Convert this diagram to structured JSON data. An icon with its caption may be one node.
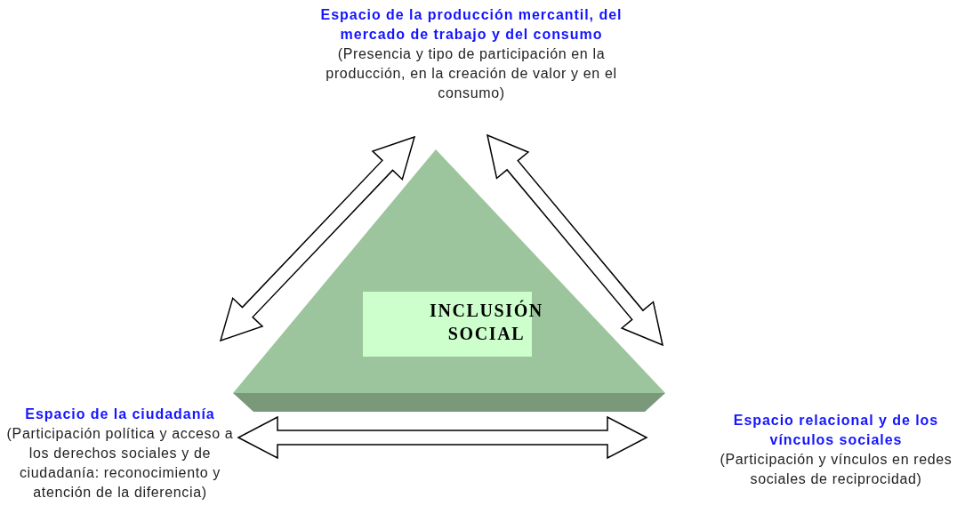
{
  "diagram": {
    "nodes": [
      {
        "text": [
          "Espacio de la producción mercantil, del mercado de trabajo y del consumo",
          "(Presencia y tipo de participación en la producción, en la creación de valor y en el consumo)"
        ]
      },
      {
        "text": [
          "Espacio de la ciudadanía",
          "(Participación política y acceso a los derechos sociales y de ciudadanía: reconocimiento y atención de la diferencia)"
        ]
      },
      {
        "text": [
          "Espacio relacional y de los vínculos sociales",
          "(Participación y vínculos en redes sociales de reciprocidad)"
        ]
      },
      {
        "text": [
          "INCLUSIÓN SOCIAL"
        ]
      }
    ],
    "edges": [
      {
        "from": 0,
        "to": 1,
        "arrow": "both"
      },
      {
        "from": 0,
        "to": 2,
        "arrow": "both"
      },
      {
        "from": 1,
        "to": 2,
        "arrow": "both"
      }
    ]
  }
}
